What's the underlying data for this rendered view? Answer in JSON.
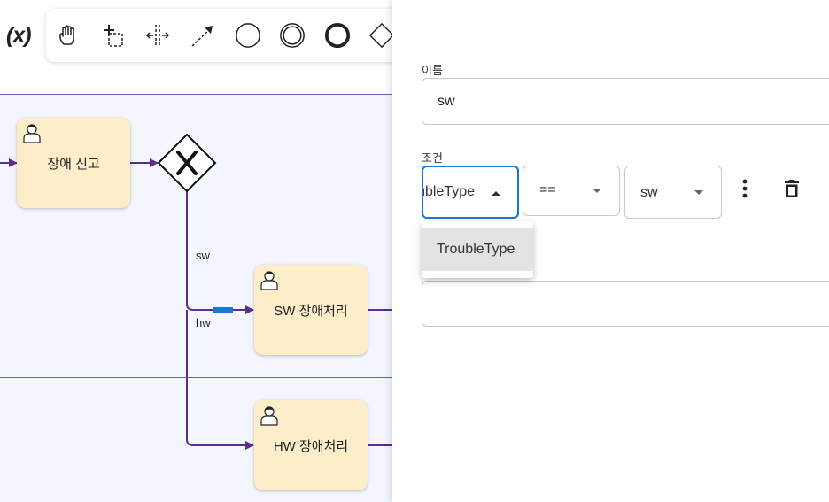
{
  "palette": {
    "variables_label": "(x)",
    "tools": [
      "hand-tool-icon",
      "lasso-tool-icon",
      "space-tool-icon",
      "connect-tool-icon",
      "start-event-icon",
      "intermediate-event-icon",
      "end-event-icon",
      "gateway-icon"
    ]
  },
  "diagram": {
    "tasks": {
      "report": "장애 신고",
      "sw_handle": "SW 장애처리",
      "hw_handle": "HW 장애처리"
    },
    "flow_labels": {
      "sw": "sw",
      "hw": "hw"
    },
    "colors": {
      "lane_bg": "#f3f6fc",
      "lane_border": "#5b6ac4",
      "task_bg": "#fdeec9",
      "flow": "#5b2d8e",
      "selected_flow": "#1976d2"
    }
  },
  "panel": {
    "name_label": "이름",
    "name_value": "sw",
    "condition_label": "조건",
    "condition": {
      "variable": "TroubleType",
      "operator": "==",
      "value": "sw"
    },
    "dropdown_options": [
      "TroubleType"
    ],
    "accent": "#1976d2"
  }
}
